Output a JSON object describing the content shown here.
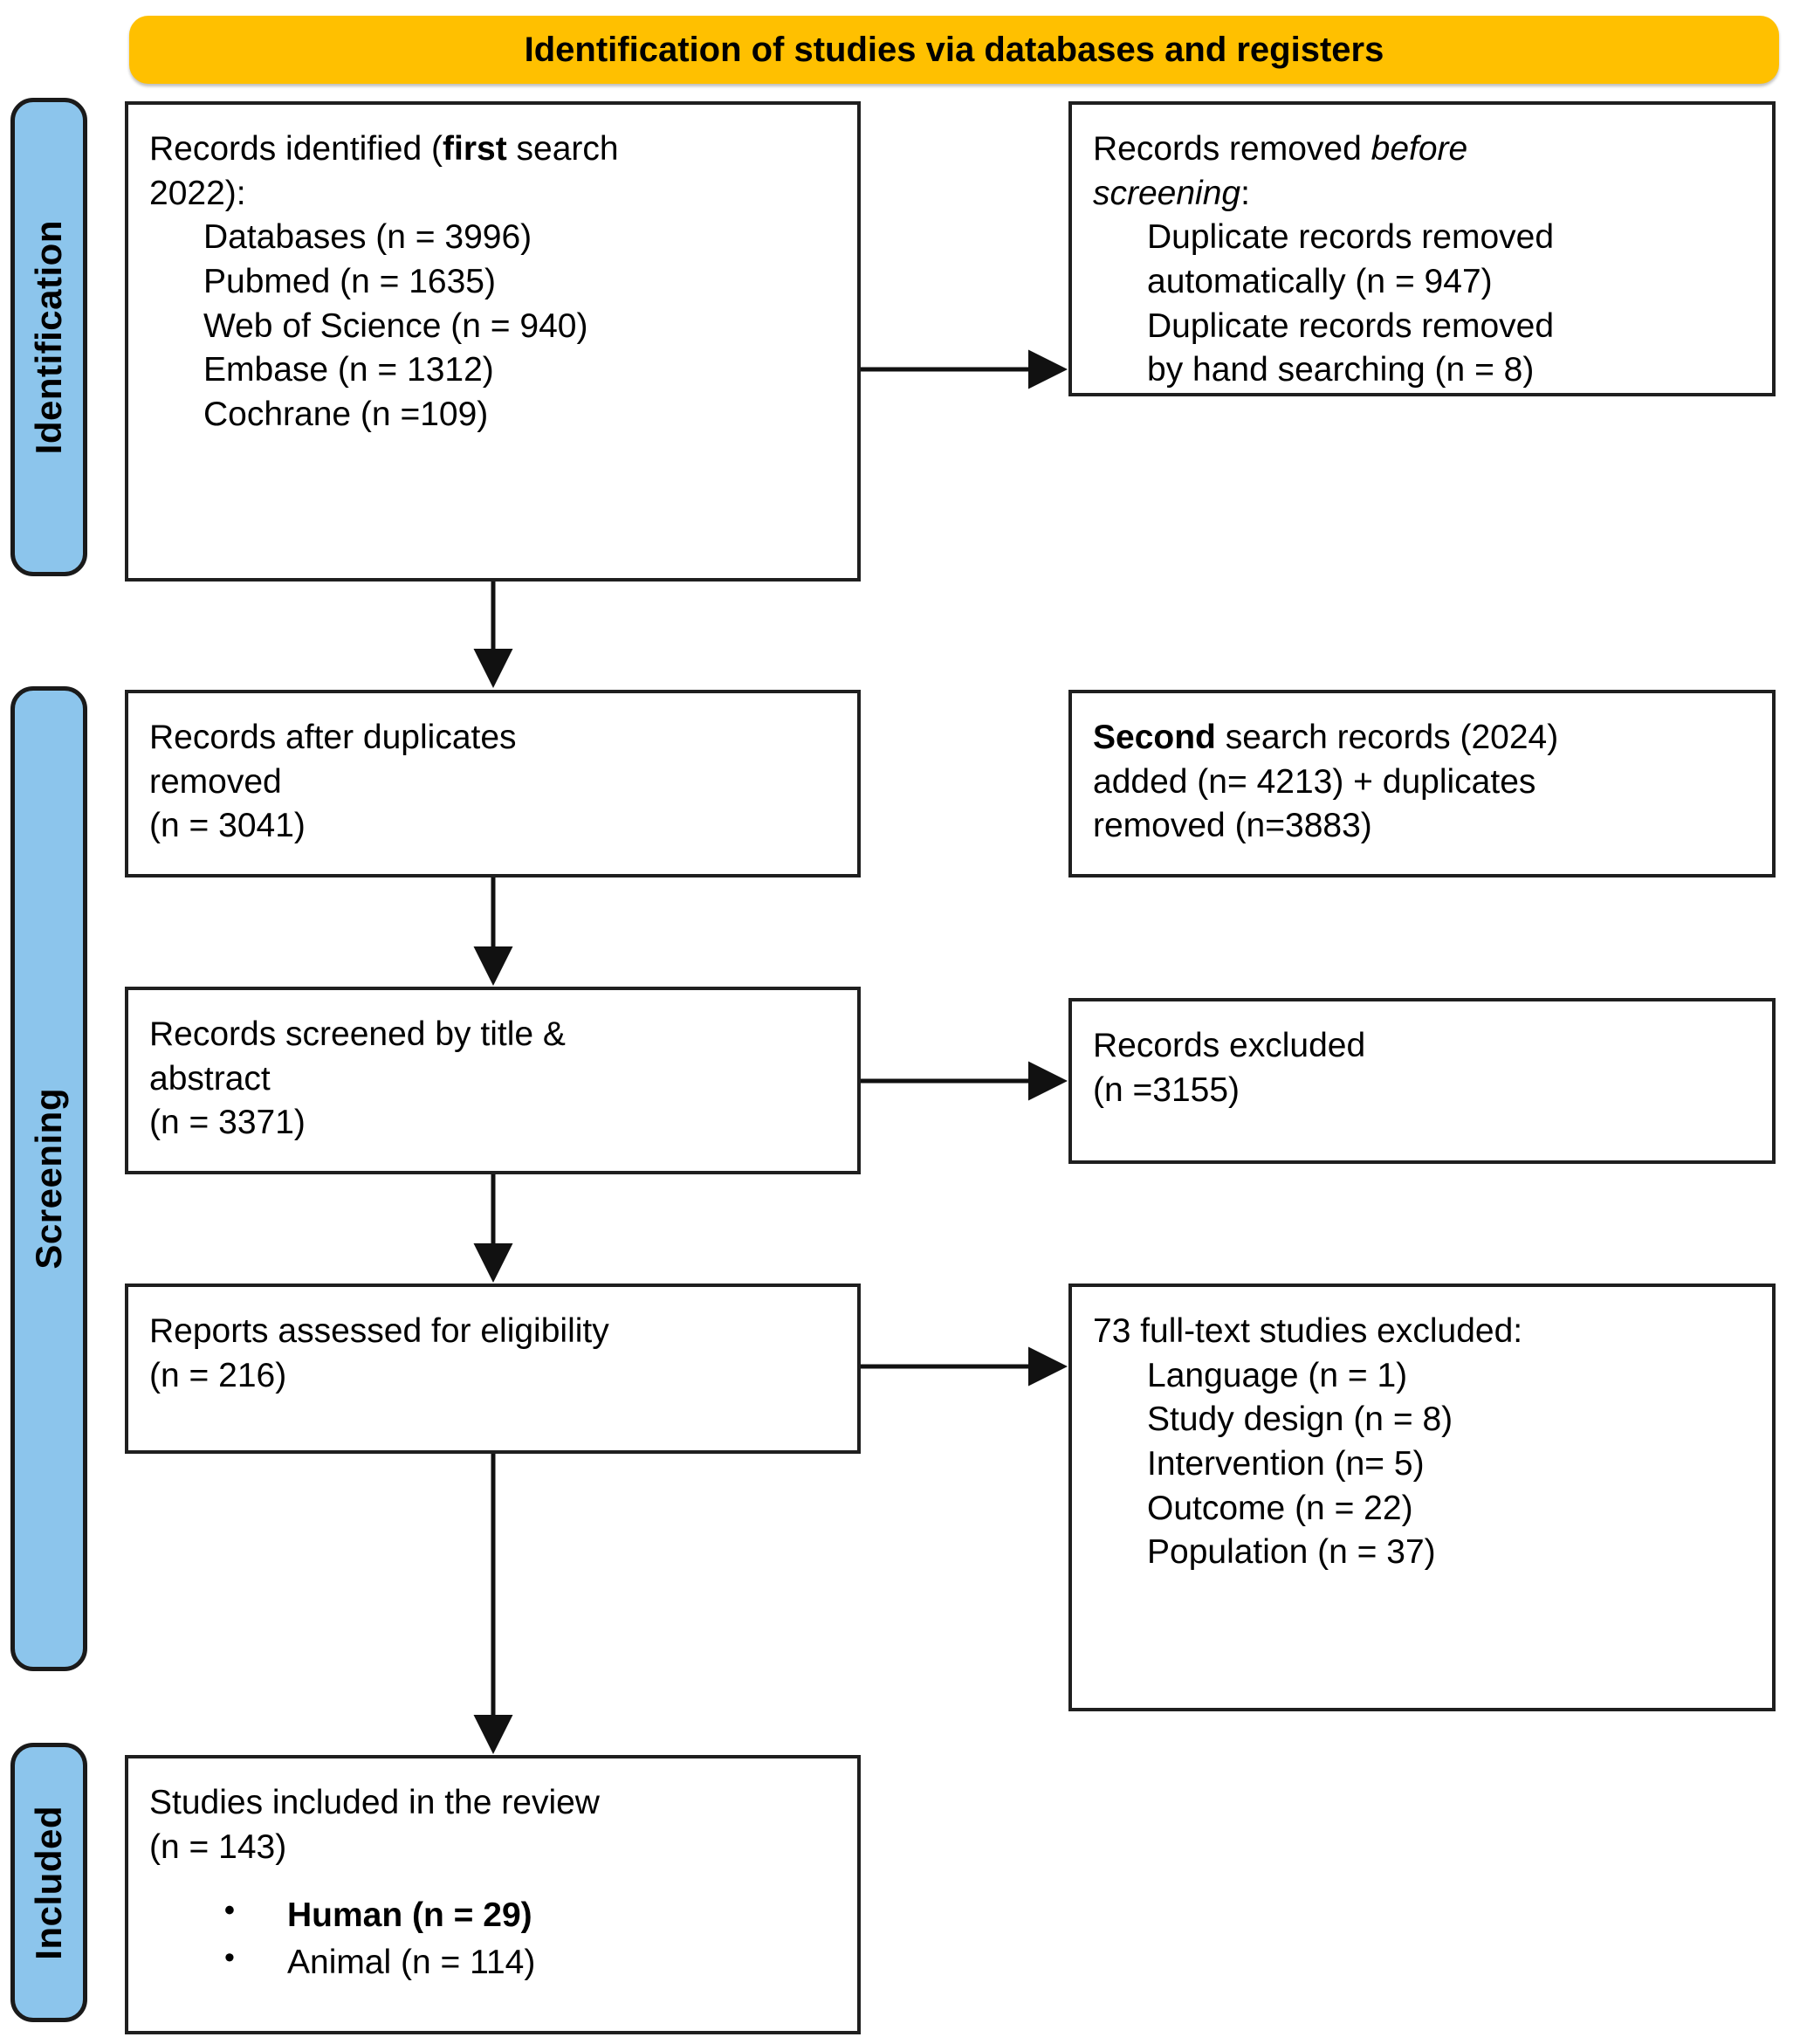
{
  "banner": {
    "title": "Identification of studies via databases and registers",
    "color": "#FFC000"
  },
  "stages": {
    "color": "#8CC5EC",
    "identification": "Identification",
    "screening": "Screening",
    "included": "Included"
  },
  "boxes": {
    "identified": {
      "heading_prefix": "Records identified (",
      "heading_bold": "first",
      "heading_suffix": " search",
      "heading_line2": "2022):",
      "items": [
        "Databases (n = 3996)",
        "Pubmed (n = 1635)",
        "Web of Science (n = 940)",
        "Embase (n = 1312)",
        "Cochrane (n =109)"
      ]
    },
    "removed_before_screening": {
      "heading_prefix": "Records removed ",
      "heading_italic": "before",
      "heading_line2_italic": "screening",
      "heading_line2_suffix": ":",
      "items": [
        "Duplicate records removed",
        "automatically (n = 947)",
        "Duplicate records removed",
        "by hand searching (n = 8)"
      ]
    },
    "after_duplicates": {
      "line1": "Records after duplicates",
      "line2": "removed",
      "line3": "(n = 3041)"
    },
    "second_search": {
      "bold_word": "Second",
      "line1_rest": " search records (2024)",
      "line2": "added (n= 4213) + duplicates",
      "line3": "removed (n=3883)"
    },
    "screened": {
      "line1": "Records screened by title &",
      "line2": "abstract",
      "line3": "(n = 3371)"
    },
    "records_excluded": {
      "line1": "Records excluded",
      "line2": "(n =3155)"
    },
    "eligibility": {
      "line1": "Reports assessed for eligibility",
      "line2": "(n = 216)"
    },
    "fulltext_excluded": {
      "heading": "73 full-text studies excluded:",
      "items": [
        "Language (n = 1)",
        "Study design (n = 8)",
        "Intervention (n= 5)",
        "Outcome (n = 22)",
        "Population (n = 37)"
      ]
    },
    "included_studies": {
      "line1": "Studies included in the review",
      "line2": "(n = 143)",
      "bullets": [
        "Human (n = 29)",
        "Animal (n = 114)"
      ]
    }
  }
}
